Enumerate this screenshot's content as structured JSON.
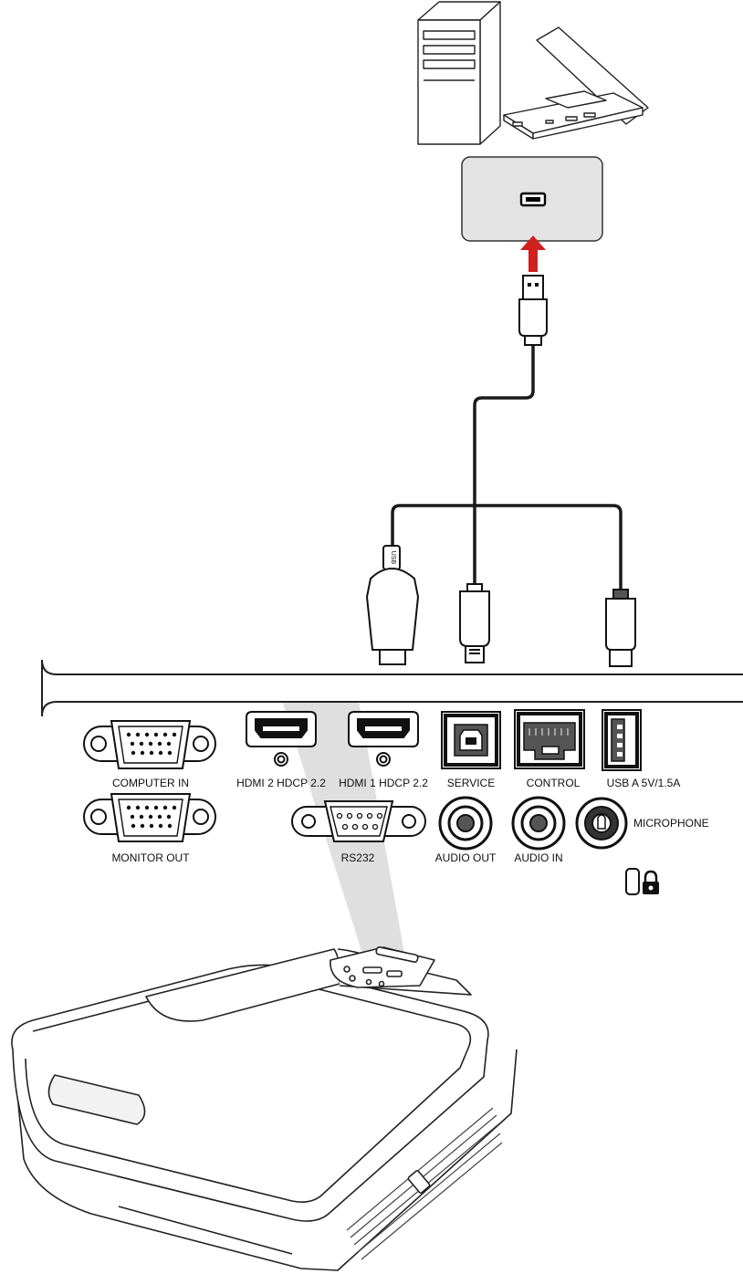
{
  "panel": {
    "ports": {
      "computer_in": "COMPUTER IN",
      "monitor_out": "MONITOR OUT",
      "hdmi2": "HDMI 2 HDCP 2.2",
      "hdmi1": "HDMI 1 HDCP 2.2",
      "service": "SERVICE",
      "control": "CONTROL",
      "usb_a": "USB A 5V/1.5A",
      "rs232": "RS232",
      "audio_out": "AUDIO OUT",
      "audio_in": "AUDIO IN",
      "microphone": "MICROPHONE"
    }
  },
  "cable_labels": {
    "hdmi_dongle": "USB"
  },
  "colors": {
    "arrow": "#d0201f",
    "usb_box": "#e3e3e3",
    "beam": "#d9d9d9",
    "cable": "#1a1a1a"
  },
  "icons": {
    "computer": "desktop-and-laptop-icon",
    "usb_port": "usb-port-icon",
    "lock": "kensington-lock-icon",
    "projector": "projector-icon"
  }
}
